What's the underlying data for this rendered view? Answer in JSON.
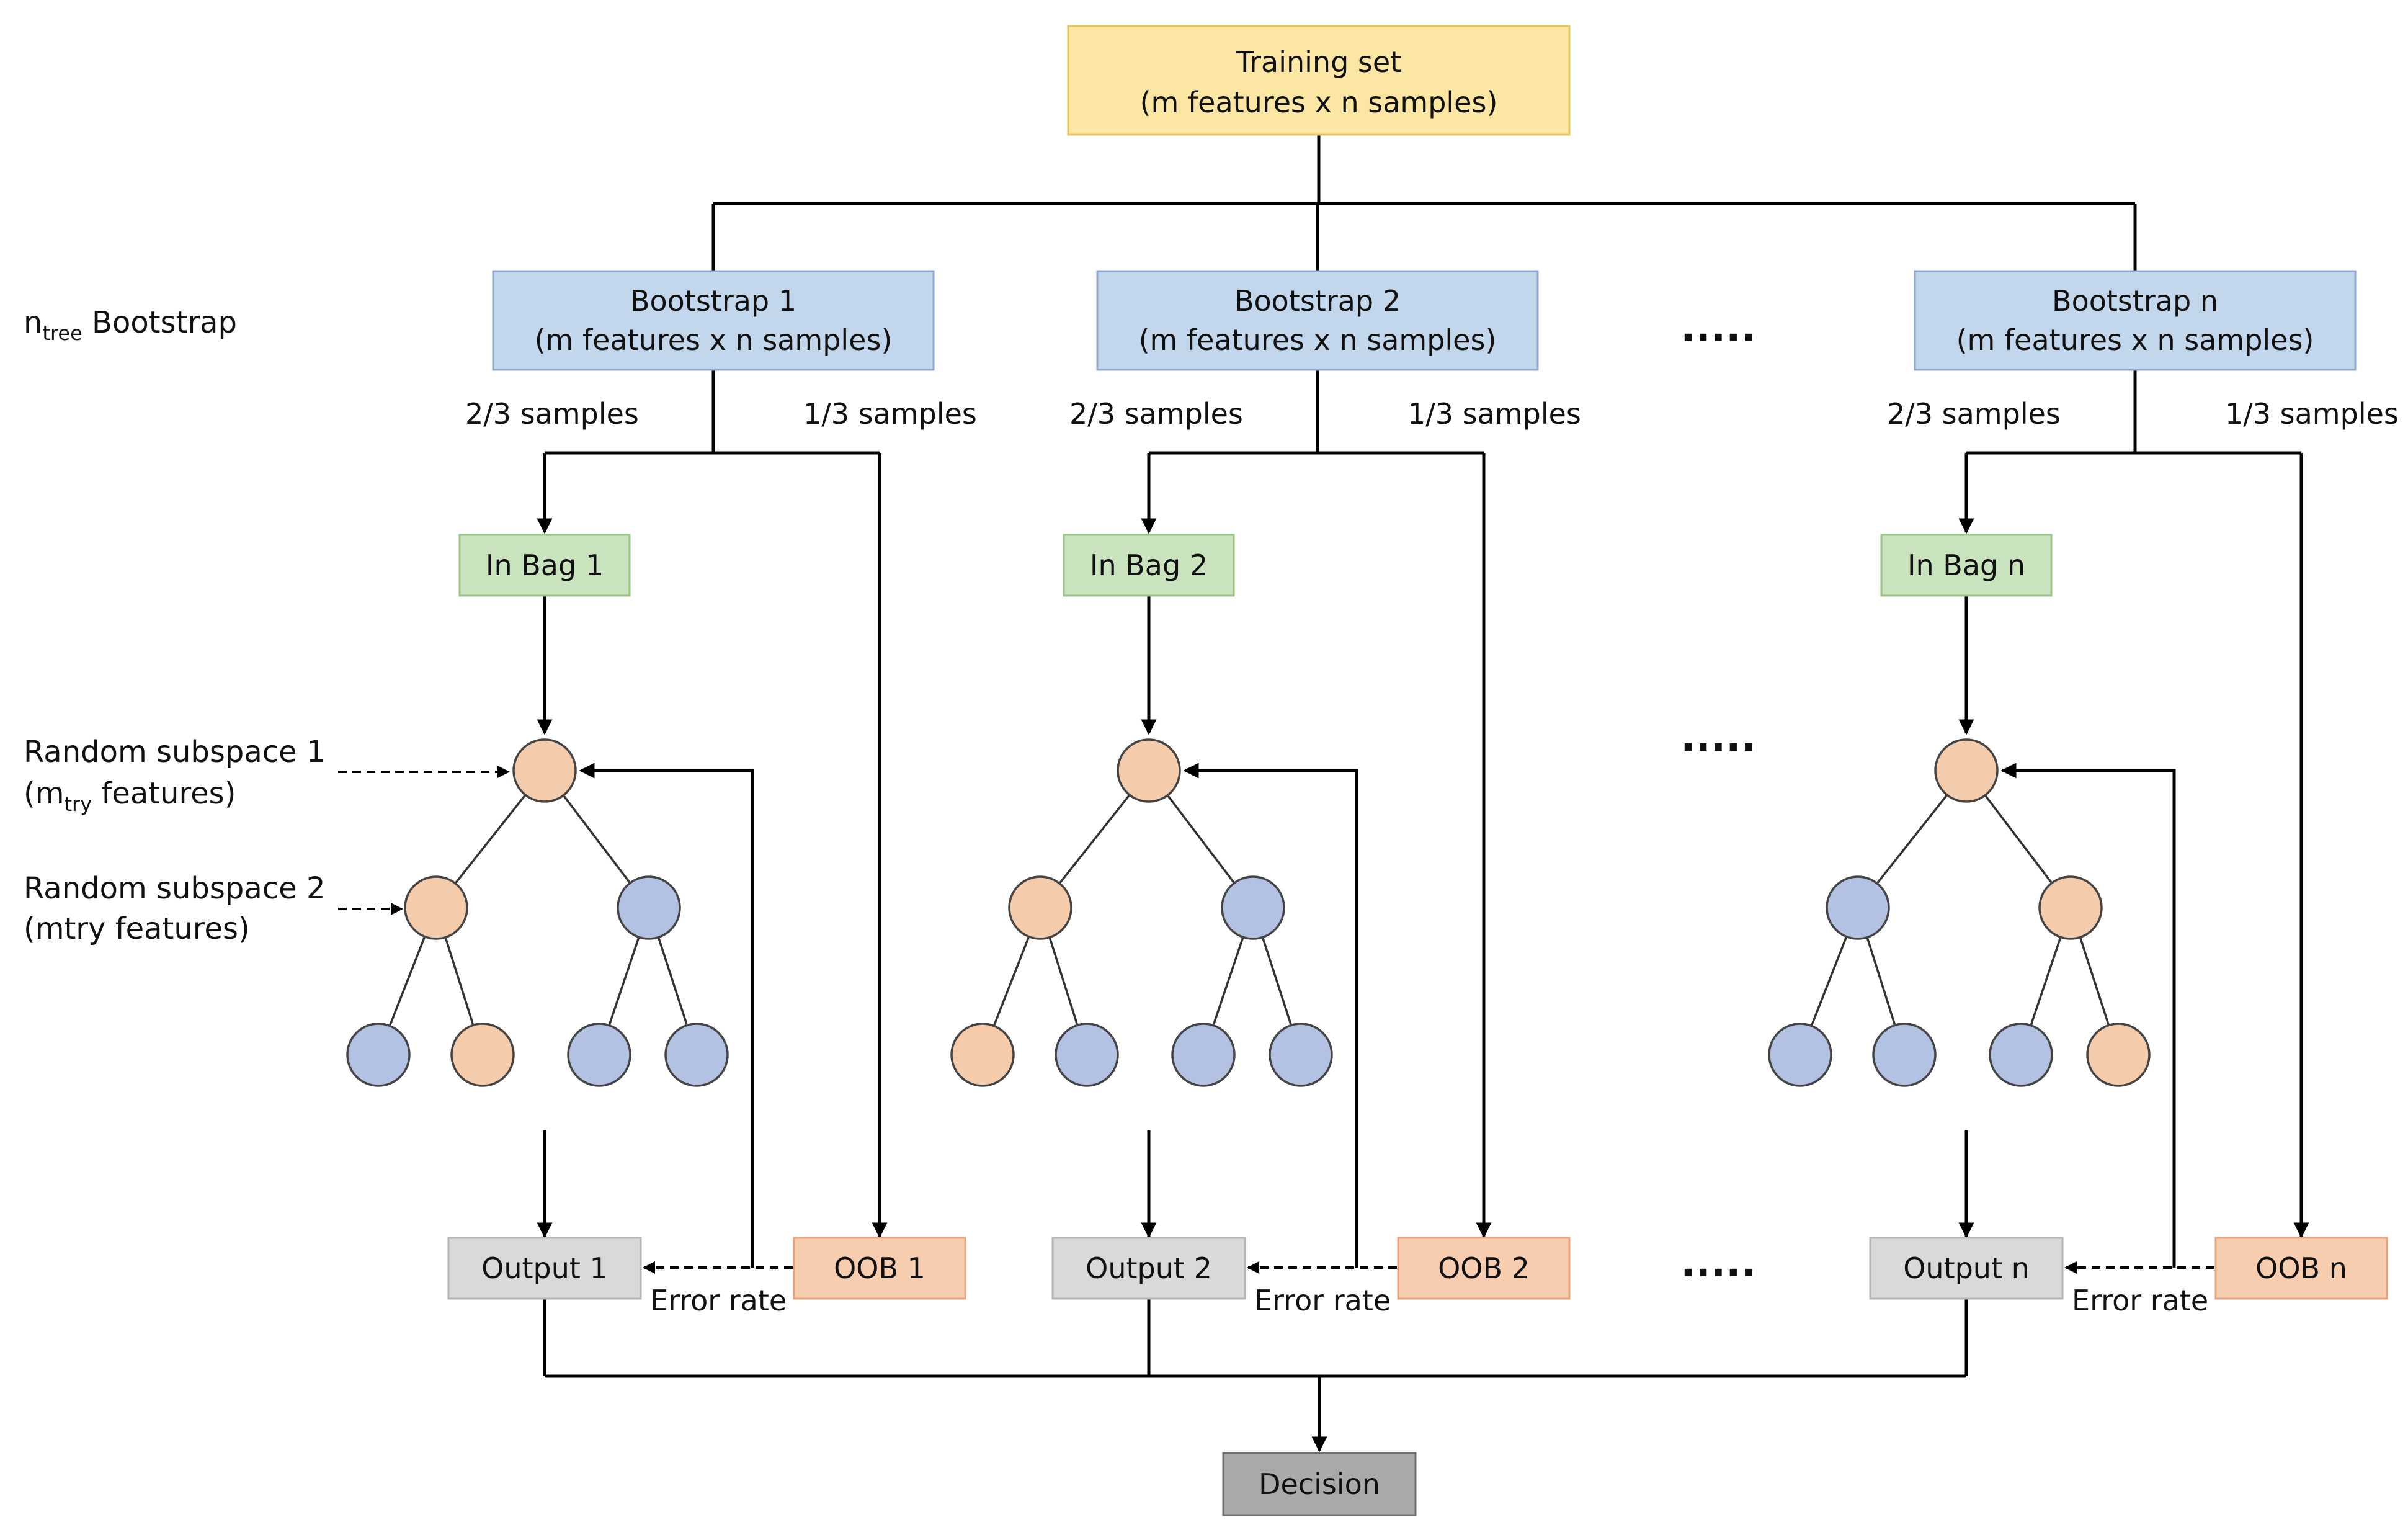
{
  "training": {
    "line1": "Training set",
    "line2": "(m features x n samples)"
  },
  "side_labels": {
    "ntree_n": "n",
    "ntree_sub": "tree",
    "ntree_rest": " Bootstrap",
    "rs1_line1": "Random subspace 1",
    "rs1_line2_a": "(m",
    "rs1_line2_sub": "try",
    "rs1_line2_b": " features)",
    "rs2_line1": "Random subspace 2",
    "rs2_line2": "(mtry features)"
  },
  "columns": [
    {
      "bootstrap": "Bootstrap 1",
      "bootstrap_sub": "(m features x n samples)",
      "left_samples": "2/3 samples",
      "right_samples": "1/3 samples",
      "inbag": "In Bag 1",
      "output": "Output 1",
      "oob": "OOB 1",
      "error": "Error rate",
      "mid_colors": [
        "peach",
        "blue"
      ],
      "leaf_colors": [
        "blue",
        "peach",
        "blue",
        "blue"
      ]
    },
    {
      "bootstrap": "Bootstrap 2",
      "bootstrap_sub": "(m features x n samples)",
      "left_samples": "2/3 samples",
      "right_samples": "1/3 samples",
      "inbag": "In Bag 2",
      "output": "Output 2",
      "oob": "OOB 2",
      "error": "Error rate",
      "mid_colors": [
        "peach",
        "blue"
      ],
      "leaf_colors": [
        "peach",
        "blue",
        "blue",
        "blue"
      ]
    },
    {
      "bootstrap": "Bootstrap n",
      "bootstrap_sub": "(m features x n samples)",
      "left_samples": "2/3 samples",
      "right_samples": "1/3 samples",
      "inbag": "In Bag n",
      "output": "Output n",
      "oob": "OOB n",
      "error": "Error rate",
      "mid_colors": [
        "blue",
        "peach"
      ],
      "leaf_colors": [
        "blue",
        "blue",
        "blue",
        "peach"
      ]
    }
  ],
  "ellipsis": ".....",
  "decision": "Decision",
  "colors": {
    "training": "#fce6a3",
    "bootstrap": "#c2d6ec",
    "inbag": "#c9e3be",
    "output": "#d9d9d9",
    "oob": "#f7cdb0",
    "decision": "#a9a9a9",
    "peach": "#f4ccab",
    "blue": "#b3c1e2"
  }
}
